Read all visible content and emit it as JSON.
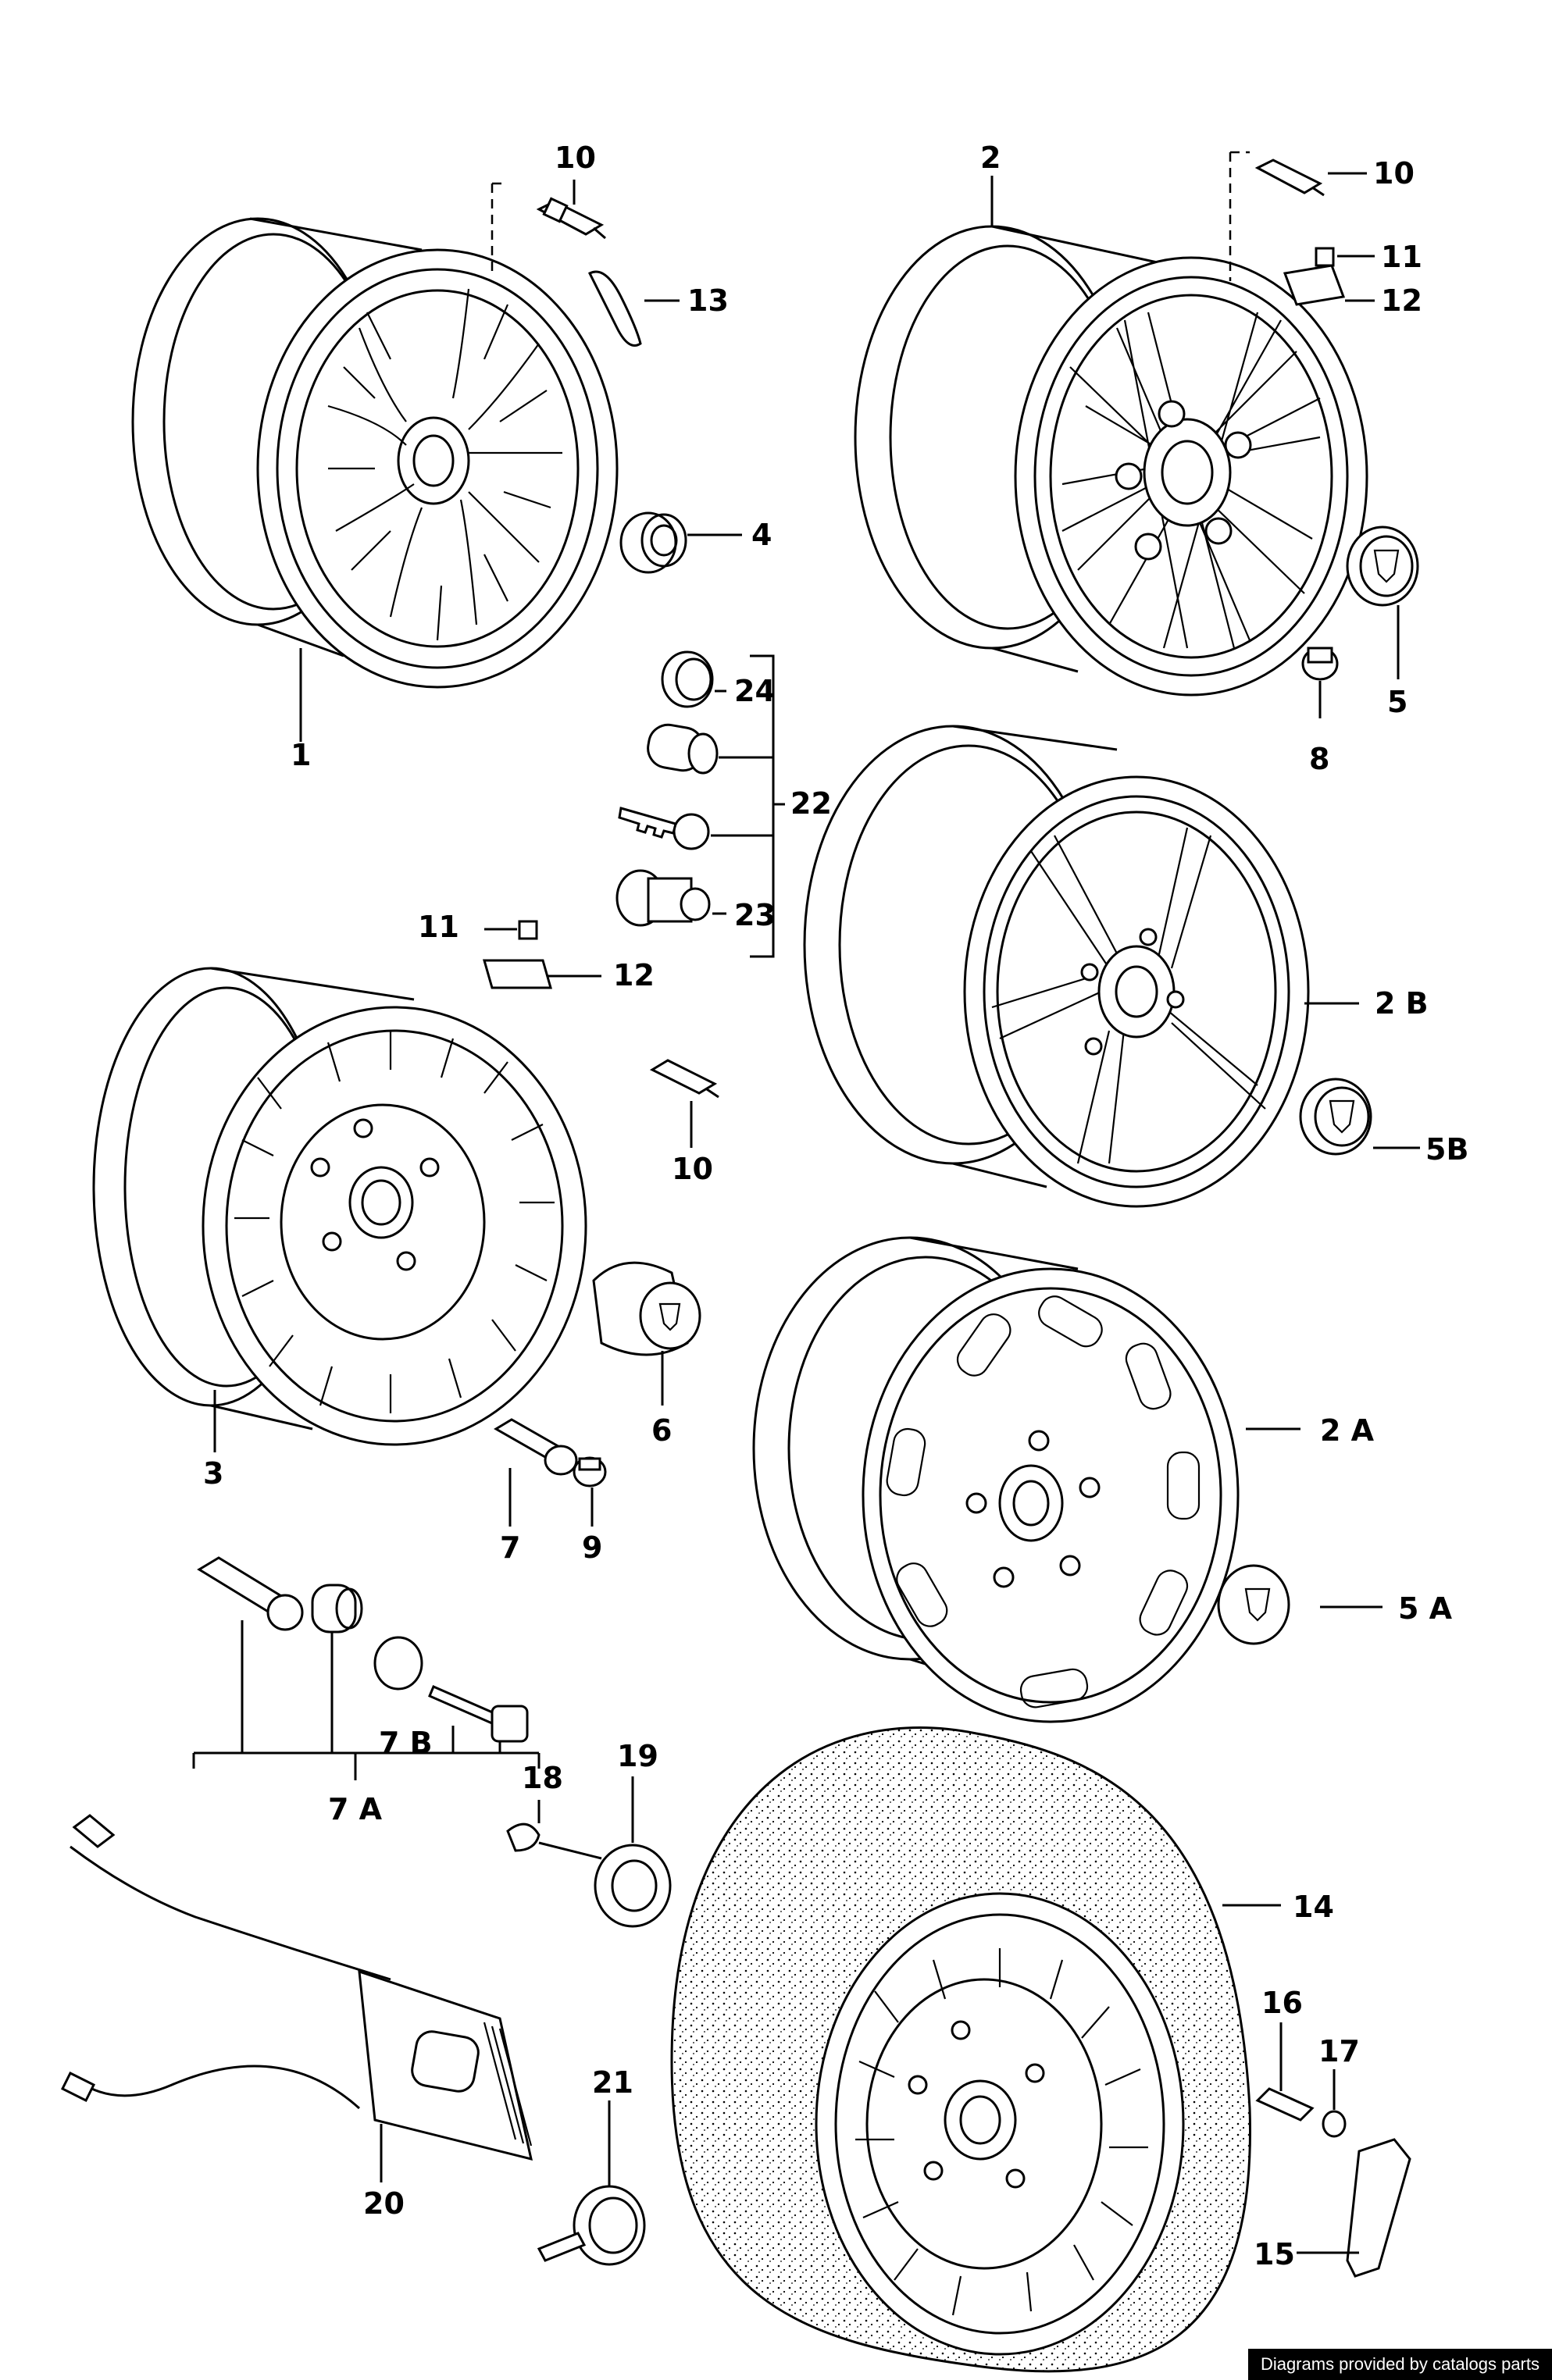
{
  "labels": {
    "p1": "1",
    "p2": "2",
    "p2a": "2 A",
    "p2b": "2 B",
    "p3": "3",
    "p4": "4",
    "p5": "5",
    "p5a": "5 A",
    "p5b": "5B",
    "p6": "6",
    "p7": "7",
    "p7a": "7 A",
    "p7b": "7 B",
    "p8": "8",
    "p9": "9",
    "p10a": "10",
    "p10b": "10",
    "p10c": "10",
    "p11a": "11",
    "p11b": "11",
    "p12a": "12",
    "p12b": "12",
    "p13": "13",
    "p14": "14",
    "p15": "15",
    "p16": "16",
    "p17": "17",
    "p18": "18",
    "p19": "19",
    "p20": "20",
    "p21": "21",
    "p22": "22",
    "p23": "23",
    "p24": "24"
  },
  "credit": "Diagrams provided by catalogs parts"
}
